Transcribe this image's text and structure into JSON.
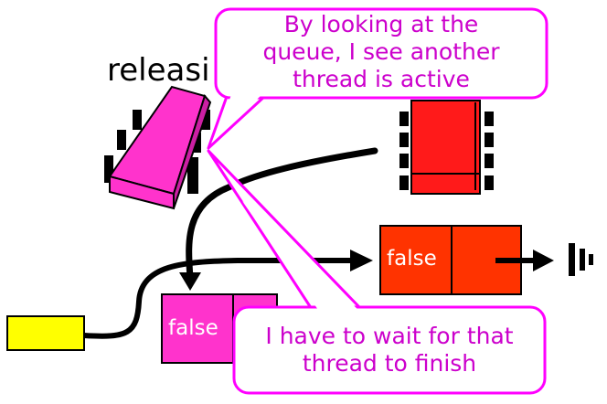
{
  "diagram": {
    "thread_label": "releasi",
    "node_right_value": "false",
    "node_left_value": "false",
    "bubble_top_lines": [
      "By looking at the",
      "queue, I see another",
      "thread is active"
    ],
    "bubble_bottom_lines": [
      "I have to wait for that",
      "thread to finish"
    ]
  },
  "colors": {
    "magenta_node": "#ff33cc",
    "red_node": "#ff3300",
    "tail": "#ffff00",
    "bubble_border": "#ff00ff",
    "bubble_text": "#cc00cc",
    "thread_body_magenta": "#ff33cc",
    "thread_body_red": "#ff1a1a"
  },
  "icons": [
    "ground-icon"
  ]
}
